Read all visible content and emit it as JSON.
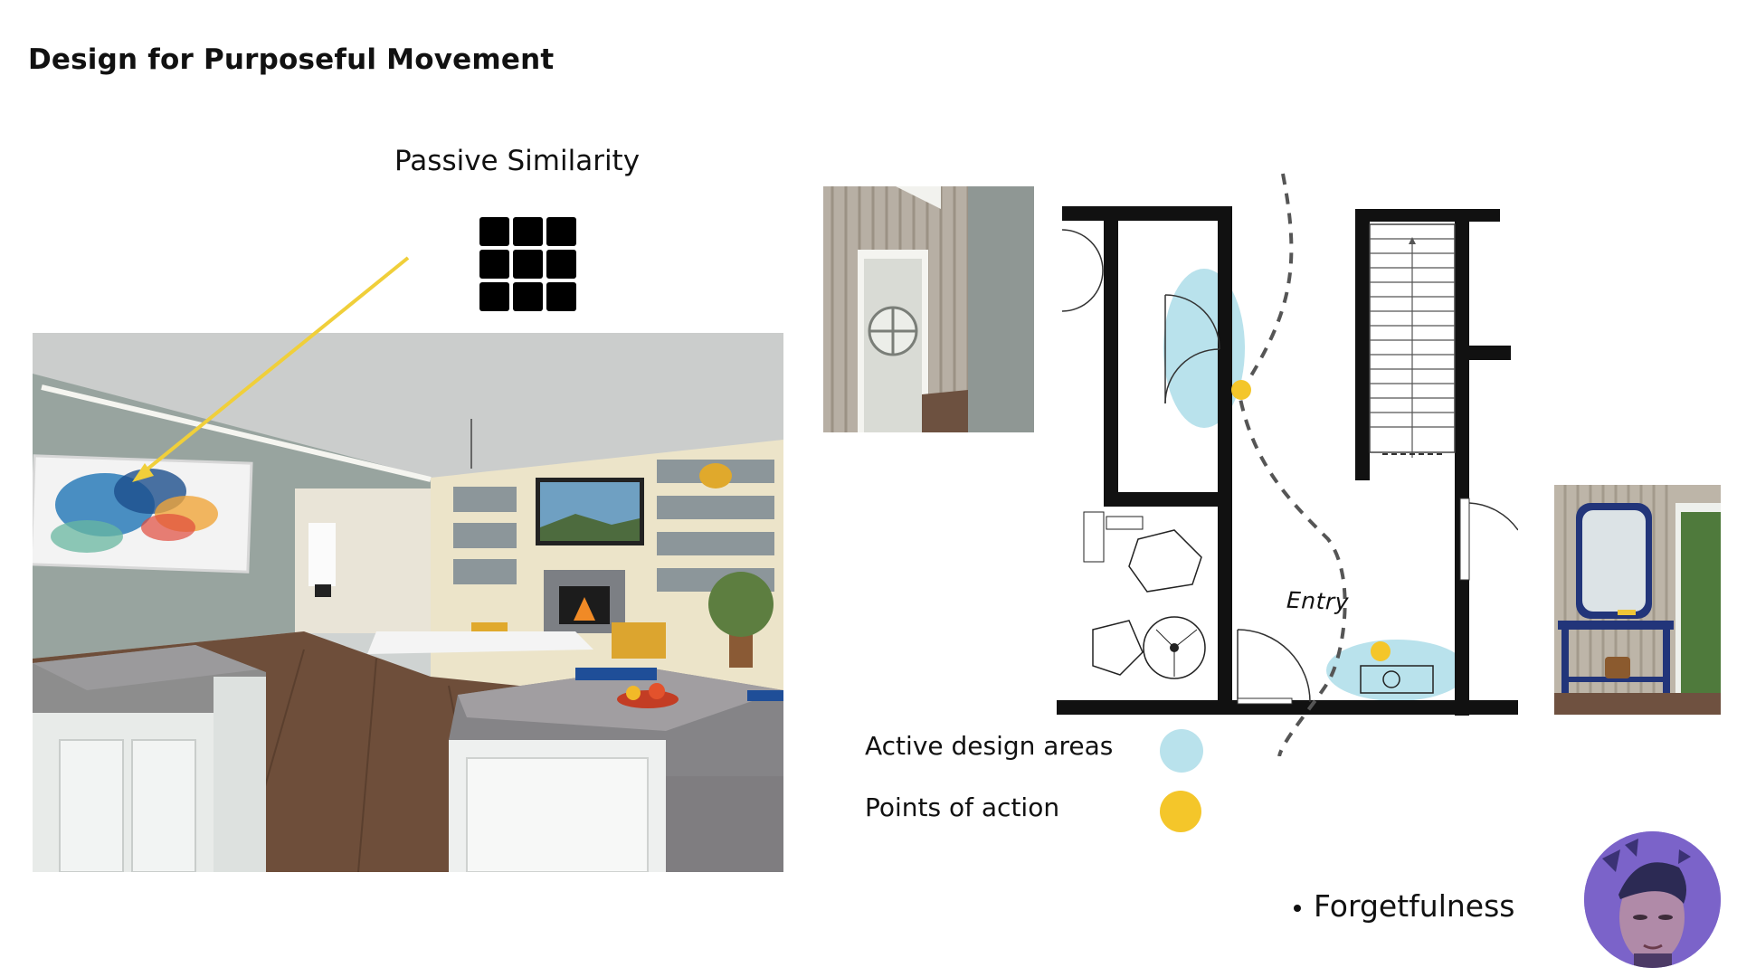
{
  "slide": {
    "title": "Design for Purposeful Movement",
    "passive_label": "Passive Similarity",
    "icons": {
      "grid": "grid-3x3-icon",
      "arrow": "arrow-pointer-icon"
    },
    "floorplan": {
      "entry_label": "Entry"
    },
    "legend": {
      "active_label": "Active design areas",
      "points_label": "Points of action",
      "active_color": "#b9e2ec",
      "points_color": "#f4c62a"
    },
    "bullets": [
      {
        "text": "Forgetfulness"
      }
    ],
    "colors": {
      "arrow": "#f0cf3a",
      "wall": "#111111",
      "path": "#555555"
    }
  }
}
